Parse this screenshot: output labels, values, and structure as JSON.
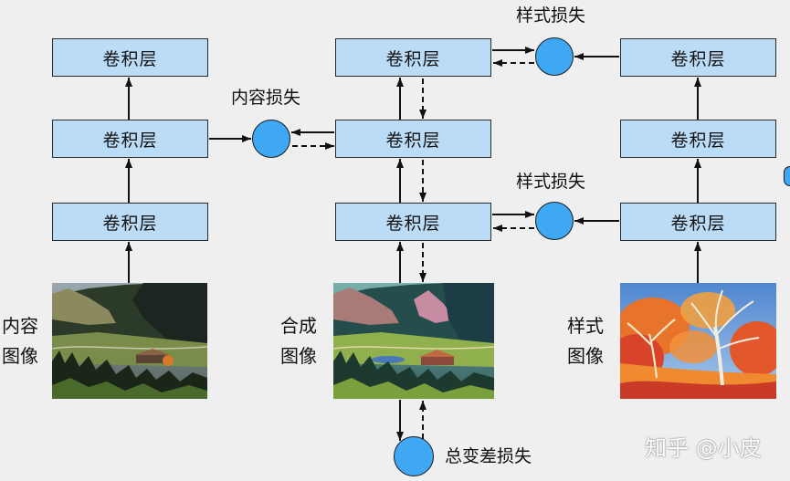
{
  "columns": {
    "content": {
      "layers": [
        "卷积层",
        "卷积层",
        "卷积层"
      ],
      "image_label": [
        "内容",
        "图像"
      ]
    },
    "synthesized": {
      "layers": [
        "卷积层",
        "卷积层",
        "卷积层"
      ],
      "image_label": [
        "合成",
        "图像"
      ]
    },
    "style": {
      "layers": [
        "卷积层",
        "卷积层",
        "卷积层"
      ],
      "image_label": [
        "样式",
        "图像"
      ]
    }
  },
  "losses": {
    "content_loss": "内容损失",
    "style_loss_top": "样式损失",
    "style_loss_bottom": "样式损失",
    "total_variation_loss": "总变差损失"
  },
  "watermark": "知乎 @小皮",
  "colors": {
    "background": "#efefef",
    "layer_fill": "#bbdcf7",
    "loss_fill": "#3fa8f4"
  }
}
